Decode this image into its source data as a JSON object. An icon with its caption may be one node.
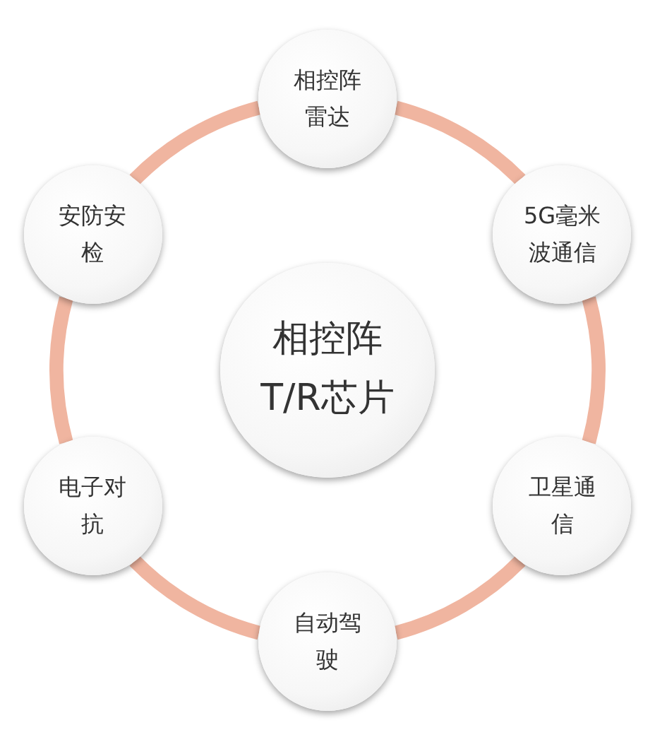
{
  "diagram": {
    "nodes": [
      {
        "text": [
          "相控阵T/R芯片"
        ]
      },
      {
        "text": [
          "相控阵雷达"
        ]
      },
      {
        "text": [
          "5G毫米波通信"
        ]
      },
      {
        "text": [
          "卫星通信"
        ]
      },
      {
        "text": [
          "自动驾驶"
        ]
      },
      {
        "text": [
          "电子对抗"
        ]
      },
      {
        "text": [
          "安防安检"
        ]
      }
    ],
    "edges": [
      {
        "from": 1,
        "to": 2,
        "arrow": "none"
      },
      {
        "from": 2,
        "to": 3,
        "arrow": "none"
      },
      {
        "from": 3,
        "to": 4,
        "arrow": "none"
      },
      {
        "from": 4,
        "to": 5,
        "arrow": "none"
      },
      {
        "from": 5,
        "to": 6,
        "arrow": "none"
      },
      {
        "from": 6,
        "to": 1,
        "arrow": "none"
      }
    ]
  }
}
